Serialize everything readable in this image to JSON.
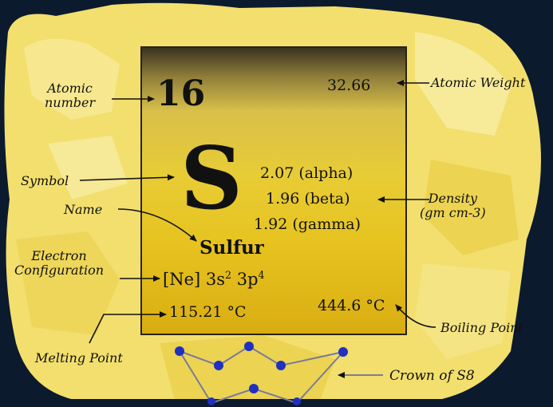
{
  "element": {
    "atomic_number": "16",
    "atomic_weight": "32.66",
    "symbol": "S",
    "density": [
      "2.07 (alpha)",
      "1.96 (beta)",
      "1.92 (gamma)"
    ],
    "name": "Sulfur",
    "electron_config": {
      "core": "[Ne] 3s",
      "s_exp": "2",
      "mid": " 3p",
      "p_exp": "4"
    },
    "melting_point": "115.21 °C",
    "boiling_point": "444.6 °C"
  },
  "labels": {
    "atomic_number": [
      "Atomic",
      "number"
    ],
    "atomic_weight": "Atomic Weight",
    "symbol": "Symbol",
    "name": "Name",
    "electron_config": [
      "Electron",
      "Configuration"
    ],
    "density": [
      "Density",
      "(gm cm-3)"
    ],
    "melting_point": "Melting Point",
    "boiling_point": "Boiling Point",
    "crown": "Crown of S8"
  },
  "colors": {
    "tile_top": "#3a3320",
    "tile_bottom": "#d9ad12",
    "sulfur_bg": "#f2df6e",
    "frame": "#0c1a2e",
    "crown_atom": "#2030c0",
    "crown_bond": "#7a7a9a",
    "arrow": "#111111"
  }
}
